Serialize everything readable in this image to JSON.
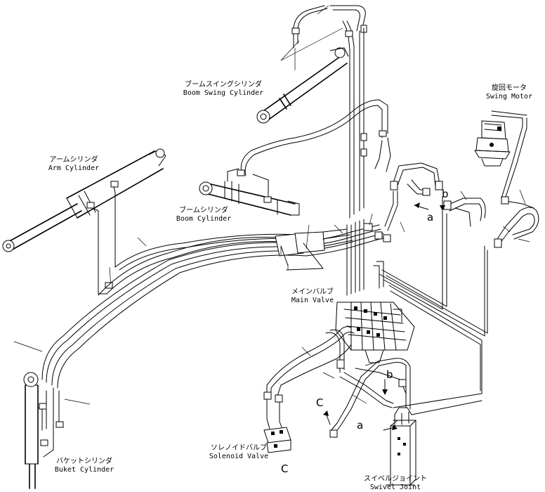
{
  "labels": {
    "boom_swing": {
      "jp": "ブームスイングシリンダ",
      "en": "Boom Swing Cylinder"
    },
    "swing_motor": {
      "jp": "旋回モータ",
      "en": "Swing Motor"
    },
    "arm": {
      "jp": "アームシリンダ",
      "en": "Arm Cylinder"
    },
    "boom": {
      "jp": "ブームシリンダ",
      "en": "Boom Cylinder"
    },
    "main_valve": {
      "jp": "メインバルブ",
      "en": "Main Valve"
    },
    "bucket": {
      "jp": "バケットシリンダ",
      "en": "Buket Cylinder"
    },
    "solenoid": {
      "jp": "ソレノイドバルブ",
      "en": "Solenoid Valve"
    },
    "swivel": {
      "jp": "スイベルジョイント",
      "en": "Swivel Joint"
    }
  },
  "callouts": {
    "a1": "a",
    "b1": "b",
    "a2": "a",
    "b2": "b",
    "c1": "C",
    "c2": "C"
  }
}
